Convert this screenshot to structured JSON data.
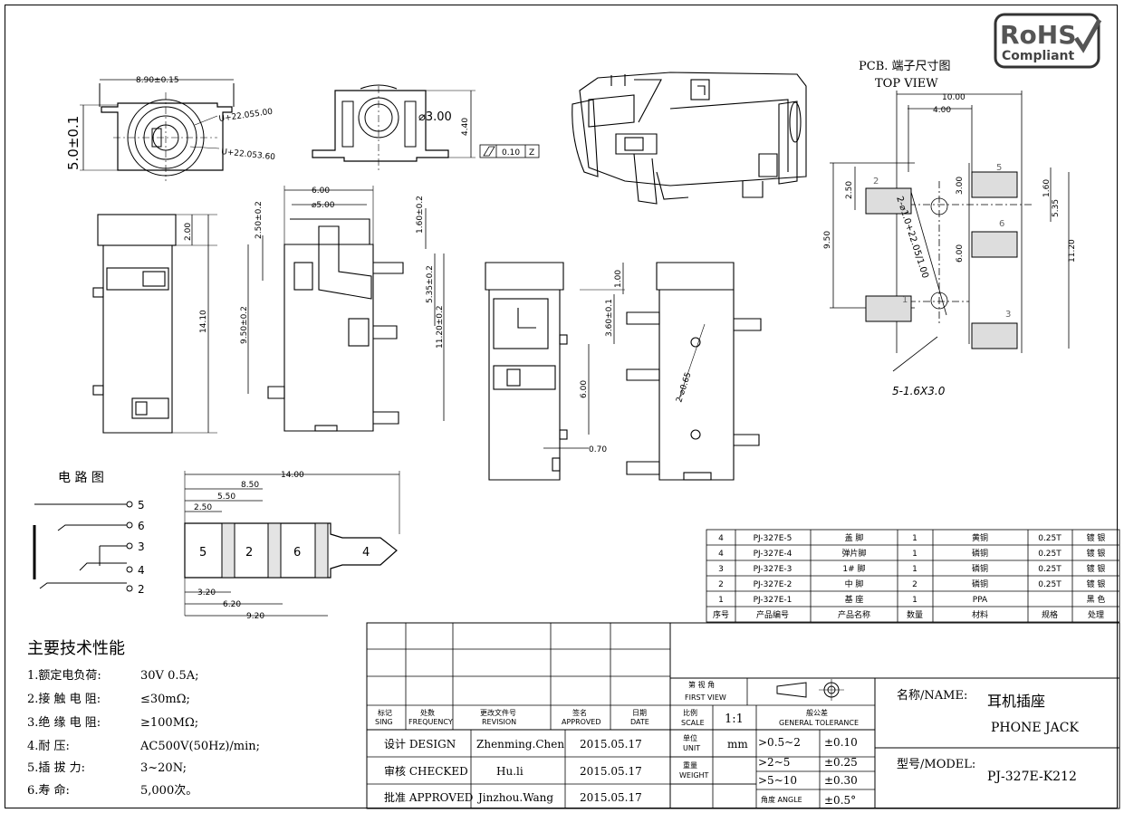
{
  "rohs": {
    "line1": "RoHS",
    "line2": "Compliant"
  },
  "front_view": {
    "width_dim": "8.90±0.15",
    "height_dim": "5.0±0.1",
    "dia1": "U+22.055.00",
    "dia2": "U+22.053.60"
  },
  "top_view": {
    "height_dim": "4.40",
    "hole_dim": "⌀3.00",
    "flatness": "0.10",
    "datum": "Z"
  },
  "side_view_a": {
    "height_dim": "14.10",
    "top_dim": "2.00"
  },
  "side_view_b": {
    "w1": "6.00",
    "w2": "⌀5.00",
    "d1": "2.50±0.2",
    "d2": "1.60±0.2",
    "d3": "5.35±0.2",
    "d4": "9.50±0.2",
    "d5": "11.20±0.2"
  },
  "side_view_c": {
    "d1": "1.00",
    "d2": "3.60±0.1",
    "d3": "6.00",
    "d4": "0.70",
    "d5": "2-⌀0.65"
  },
  "pcb": {
    "title": "PCB. 端子尺寸图",
    "subtitle": "TOP VIEW",
    "w1": "10.00",
    "w2": "4.00",
    "d_250": "2.50",
    "d_300": "3.00",
    "d_160": "1.60",
    "d_535": "5.35",
    "d_950": "9.50",
    "d_600": "6.00",
    "d_1120": "11.20",
    "hole": "2-⌀1.0+22.05/1.00",
    "pads_note": "5-1.6X3.0",
    "pad_labels": [
      "2",
      "5",
      "6",
      "1",
      "3"
    ]
  },
  "circuit": {
    "title": "电 路 图",
    "pins": [
      "5",
      "6",
      "3",
      "4",
      "2"
    ]
  },
  "plug": {
    "total": "14.00",
    "d1": "8.50",
    "d2": "5.50",
    "d3": "2.50",
    "d4": "3.20",
    "d5": "6.20",
    "d6": "9.20",
    "segments": [
      "5",
      "2",
      "6",
      "4"
    ]
  },
  "specs": {
    "title": "主要技术性能",
    "items": [
      {
        "label": "1.额定电负荷:",
        "value": "30V 0.5A;"
      },
      {
        "label": "2.接 触 电 阻:",
        "value": "≤30mΩ;"
      },
      {
        "label": "3.绝 缘 电 阻:",
        "value": "≥100MΩ;"
      },
      {
        "label": "4.耐          压:",
        "value": "AC500V(50Hz)/min;"
      },
      {
        "label": "5.插    拔    力:",
        "value": "3~20N;"
      },
      {
        "label": "6.寿          命:",
        "value": "5,000次。"
      }
    ]
  },
  "bom": {
    "headers": [
      "序号",
      "产品编号",
      "产品名称",
      "数量",
      "材料",
      "规格",
      "处理"
    ],
    "rows": [
      [
        "4",
        "PJ-327E-5",
        "盖 脚",
        "1",
        "黄铜",
        "0.25T",
        "镀 银"
      ],
      [
        "4",
        "PJ-327E-4",
        "弹片脚",
        "1",
        "磷铜",
        "0.25T",
        "镀 银"
      ],
      [
        "3",
        "PJ-327E-3",
        "1# 脚",
        "1",
        "磷铜",
        "0.25T",
        "镀 银"
      ],
      [
        "2",
        "PJ-327E-2",
        "中 脚",
        "2",
        "磷铜",
        "0.25T",
        "镀 银"
      ],
      [
        "1",
        "PJ-327E-1",
        "基 座",
        "1",
        "PPA",
        "",
        "黑 色"
      ]
    ]
  },
  "title_block": {
    "rev_headers": [
      {
        "cn": "标记",
        "en": "SING"
      },
      {
        "cn": "处数",
        "en": "FREQUENCY"
      },
      {
        "cn": "更改文件号",
        "en": "REVISION"
      },
      {
        "cn": "签名",
        "en": "APPROVED"
      },
      {
        "cn": "日期",
        "en": "DATE"
      }
    ],
    "first_view_cn": "第  视 角",
    "first_view_en": "FIRST VIEW",
    "design": {
      "label": "设计 DESIGN",
      "name": "Zhenming.Chen",
      "date": "2015.05.17"
    },
    "checked": {
      "label": "审核 CHECKED",
      "name": "Hu.li",
      "date": "2015.05.17"
    },
    "approved": {
      "label": "批准 APPROVED",
      "name": "Jinzhou.Wang",
      "date": "2015.05.17"
    },
    "scale_cn": "比例",
    "scale_en": "SCALE",
    "scale_value": "1:1",
    "unit_cn": "单位",
    "unit_en": "UNIT",
    "unit_value": "mm",
    "weight_cn": "重量",
    "weight_en": "WEIGHT",
    "tol_cn": "般公差",
    "tol_en": "GENERAL TOLERANCE",
    "tolerances": [
      {
        "range": ">0.5~2",
        "value": "±0.10"
      },
      {
        "range": ">2~5",
        "value": "±0.25"
      },
      {
        "range": ">5~10",
        "value": "±0.30"
      },
      {
        "range": "角度 ANGLE",
        "value": "±0.5°"
      }
    ],
    "name_label": "名称/NAME:",
    "name_cn": "耳机插座",
    "name_en": "PHONE JACK",
    "model_label": "型号/MODEL:",
    "model": "PJ-327E-K212"
  }
}
